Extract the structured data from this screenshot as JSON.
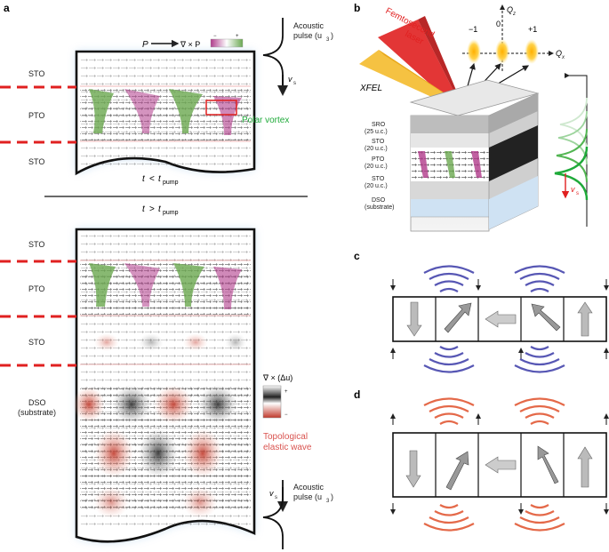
{
  "panels": {
    "a": "a",
    "b": "b",
    "c": "c",
    "d": "d"
  },
  "colors": {
    "dash_red": "#e02020",
    "polar_vortex_green": "#1faa3a",
    "elastic_red": "#d9534f",
    "pto_green": "#6aa84f",
    "pto_magenta": "#b03a8a",
    "wave_blue": "#3a3aa8",
    "wave_red": "#e0502a",
    "glow": "#9fc5e8"
  },
  "panel_a": {
    "legend_P": "P",
    "legend_curl": "∇ × P",
    "legend_minus": "−",
    "legend_plus": "+",
    "top_box": {
      "layers": [
        "STO",
        "PTO",
        "STO"
      ],
      "time_label_t": "t",
      "time_label_rel": "<",
      "time_label_sub": "pump"
    },
    "bottom_box": {
      "time_label_t": "t",
      "time_label_rel": ">",
      "time_label_sub": "pump",
      "layers": [
        "STO",
        "PTO",
        "STO",
        "DSO",
        "(substrate)"
      ]
    },
    "acoustic_pulse_top": {
      "label": "Acoustic",
      "label2": "pulse (u",
      "sub": "3",
      "close": ")",
      "vs": "v",
      "vs_sub": "s"
    },
    "acoustic_pulse_bottom": {
      "label": "Acoustic",
      "label2": "pulse (u",
      "sub": "3",
      "close": ")",
      "vs": "v",
      "vs_sub": "s"
    },
    "polar_vortex_label": "Polar vortex",
    "curl_u_label": "∇ × (Δu)",
    "curl_u_plus": "+",
    "curl_u_minus": "−",
    "topological_line1": "Topological",
    "topological_line2": "elastic wave"
  },
  "panel_b": {
    "laser_line1": "Femtosecond",
    "laser_line2": "laser",
    "xfel": "XFEL",
    "qz": "Q",
    "qz_sub": "z",
    "qx": "Q",
    "qx_sub": "x",
    "orders": [
      "−1",
      "0",
      "+1"
    ],
    "layers": [
      {
        "name": "SRO",
        "thick": "(25 u.c.)"
      },
      {
        "name": "STO",
        "thick": "(20 u.c.)"
      },
      {
        "name": "PTO",
        "thick": "(20 u.c.)"
      },
      {
        "name": "STO",
        "thick": "(20 u.c.)"
      },
      {
        "name": "DSO",
        "thick": "(substrate)"
      }
    ],
    "vs": "v",
    "vs_sub": "s"
  }
}
